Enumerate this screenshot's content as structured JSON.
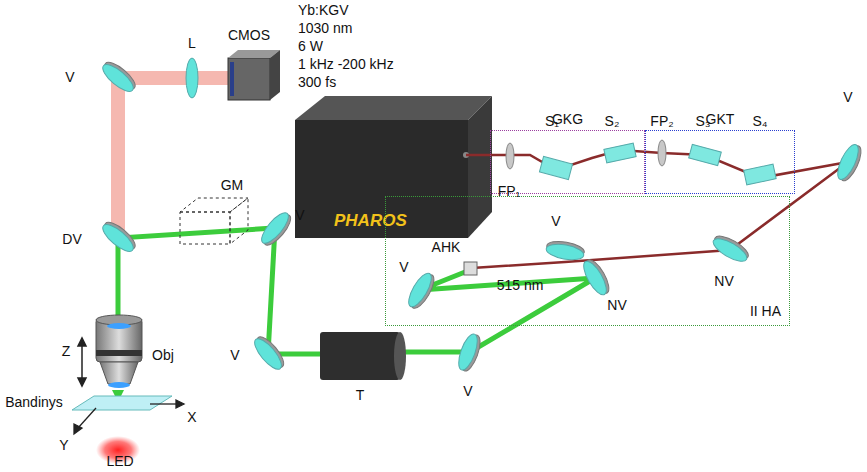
{
  "diagram": {
    "nodes": [
      {
        "text": [
          "PHAROS"
        ]
      },
      {
        "text": [
          "GKG"
        ]
      },
      {
        "text": [
          "GKT"
        ]
      },
      {
        "text": [
          "II HA"
        ]
      }
    ],
    "labels": [
      "Yb:KGV",
      "1030 nm",
      "6 W",
      "1 kHz -200 kHz",
      "300 fs",
      "FP₁",
      "S₁",
      "S₂",
      "FP₂",
      "S₃",
      "S₄",
      "V",
      "V",
      "NV",
      "AHK",
      "515 nm",
      "V",
      "NV",
      "V",
      "T",
      "V",
      "V",
      "GM",
      "DV",
      "V",
      "L",
      "CMOS",
      "Z",
      "Obj",
      "Bandinys",
      "X",
      "Y",
      "LED"
    ]
  }
}
